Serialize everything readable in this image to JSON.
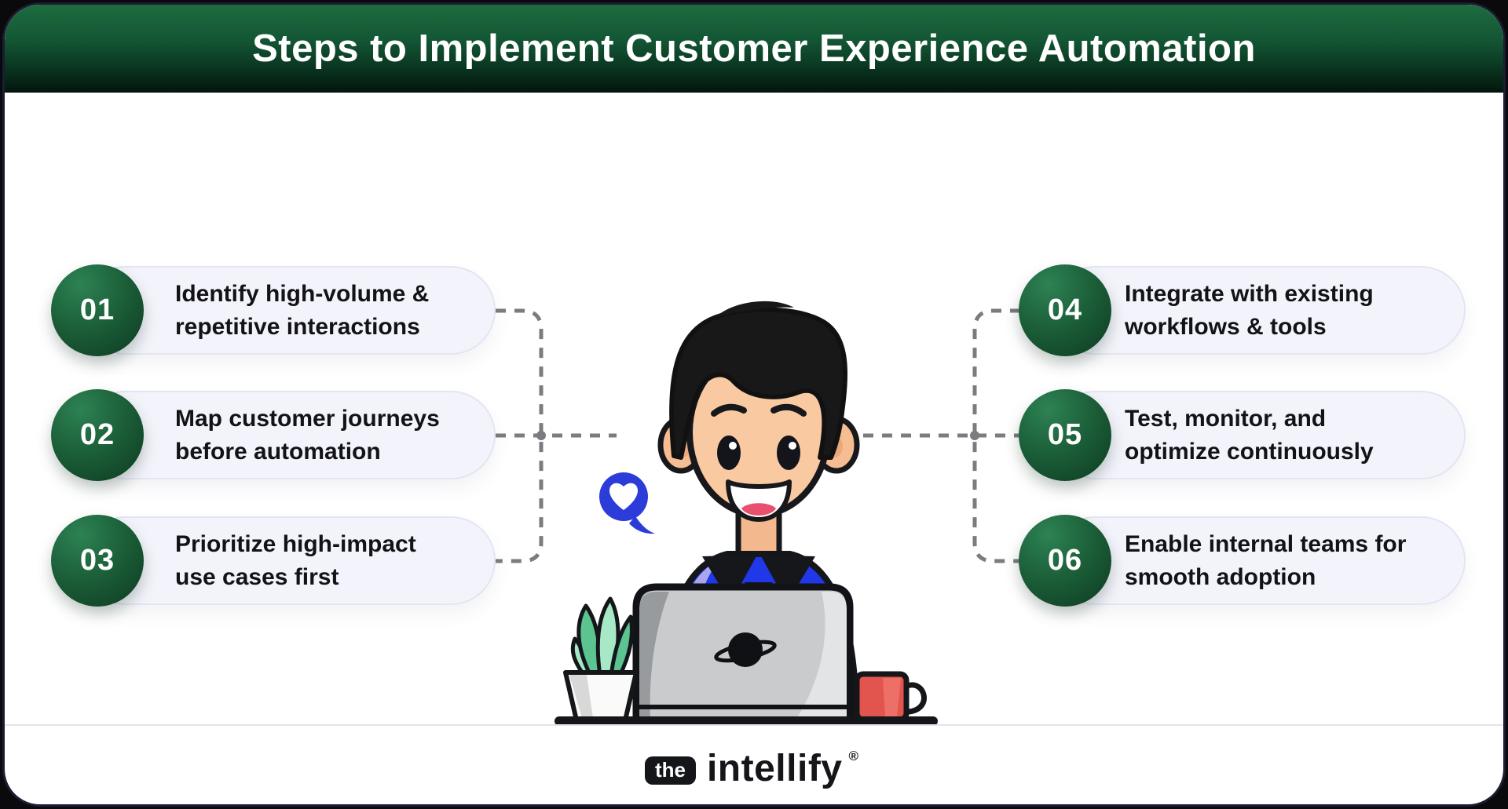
{
  "header": {
    "title": "Steps to Implement Customer Experience Automation"
  },
  "steps": [
    {
      "num": "01",
      "line1": "Identify high-volume &",
      "line2": "repetitive interactions",
      "side": "left"
    },
    {
      "num": "02",
      "line1": "Map customer journeys",
      "line2": "before automation",
      "side": "left"
    },
    {
      "num": "03",
      "line1": "Prioritize high-impact",
      "line2": "use cases first",
      "side": "left"
    },
    {
      "num": "04",
      "line1": "Integrate with existing",
      "line2": "workflows & tools",
      "side": "right"
    },
    {
      "num": "05",
      "line1": "Test, monitor, and",
      "line2": "optimize continuously",
      "side": "right"
    },
    {
      "num": "06",
      "line1": "Enable internal teams for",
      "line2": "smooth adoption",
      "side": "right"
    }
  ],
  "logo": {
    "badge": "the",
    "wordmark": "intellify",
    "registered": "®"
  },
  "illustration": {
    "icons": [
      "person-at-laptop-icon",
      "heart-chat-bubble-icon",
      "saturn-icon",
      "plant-pot-icon",
      "coffee-mug-icon"
    ]
  },
  "colors": {
    "header_green_top": "#1d6c3e",
    "header_green_bottom": "#03150d",
    "badge_green": "#1c6039",
    "pill_background": "#f3f4fb",
    "pill_border": "#e3e5f3",
    "step_text": "#121217",
    "connector_dash": "#7b7b80",
    "bubble_blue": "#2b3cd8",
    "shirt_blue": "#2038e8",
    "mug_red": "#e2554e",
    "leaf_green": "#5cc490",
    "canvas_background": "#ffffff"
  }
}
